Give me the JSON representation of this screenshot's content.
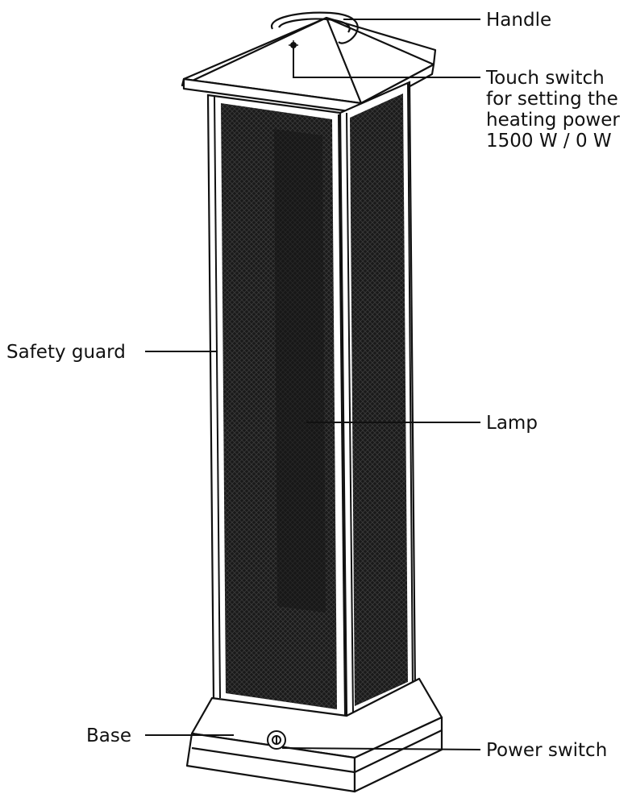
{
  "labels": {
    "handle": "Handle",
    "touch_switch": [
      "Touch switch",
      "for setting the",
      "heating power",
      "1500 W / 0 W"
    ],
    "safety_guard": "Safety guard",
    "lamp": "Lamp",
    "base": "Base",
    "power_switch": "Power switch"
  },
  "colors": {
    "line": "#111111",
    "mesh": "#1e1e1e",
    "background": "#ffffff"
  }
}
